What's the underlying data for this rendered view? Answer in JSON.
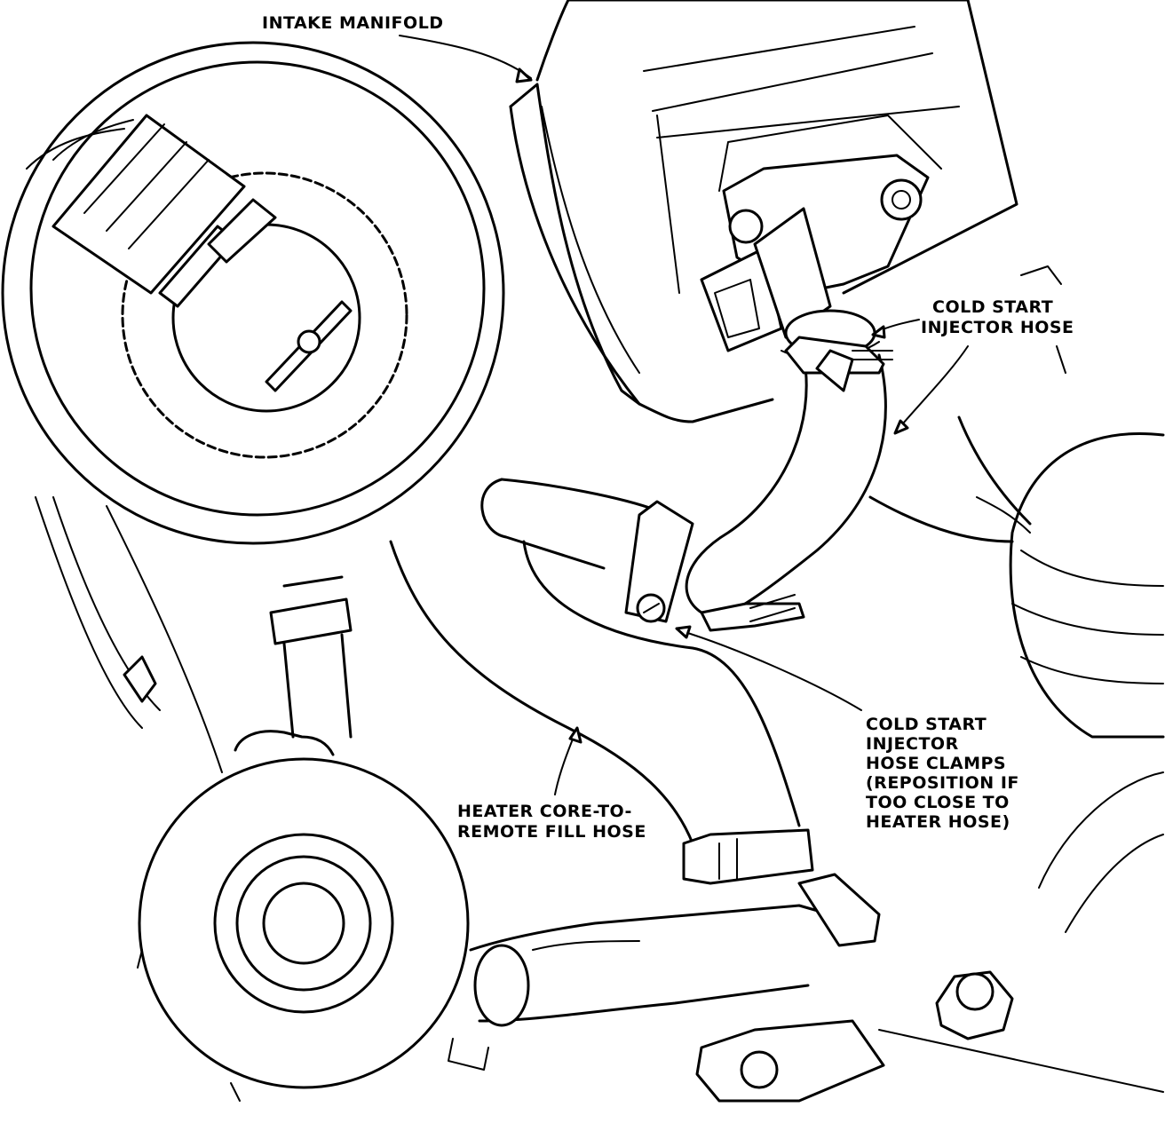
{
  "labels": {
    "intake_manifold": "INTAKE MANIFOLD",
    "cold_start_hose": [
      "COLD START",
      "INJECTOR HOSE"
    ],
    "hose_clamps": [
      "COLD START",
      "INJECTOR",
      "HOSE CLAMPS",
      "(REPOSITION IF",
      "TOO CLOSE TO",
      "HEATER HOSE)"
    ],
    "heater_hose": [
      "HEATER CORE-TO-",
      "REMOTE FILL HOSE"
    ]
  }
}
